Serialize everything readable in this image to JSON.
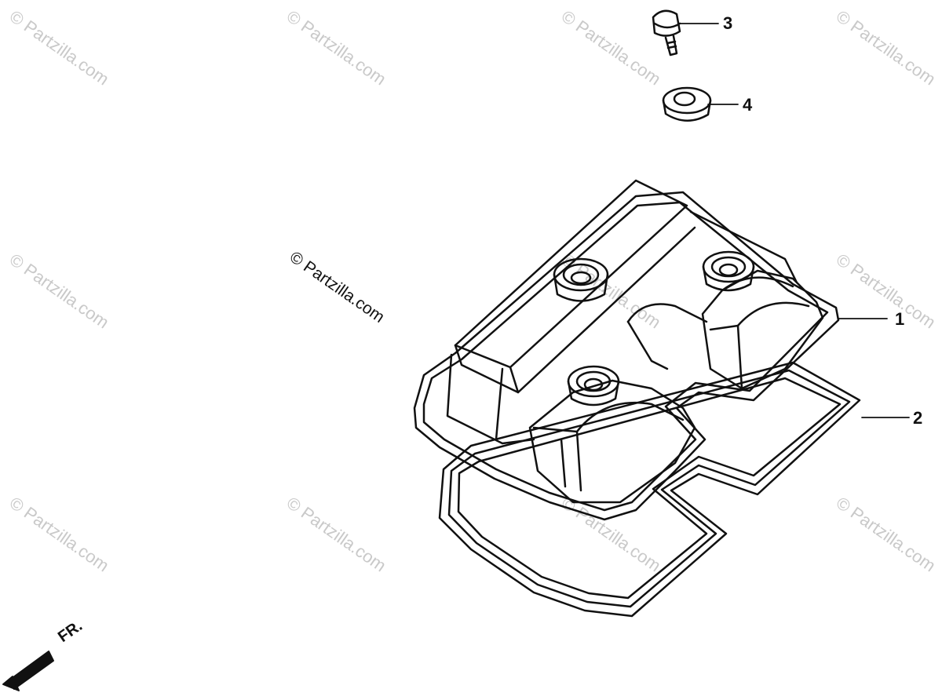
{
  "watermark": {
    "text": "© Partzilla.com"
  },
  "callouts": {
    "c1": "1",
    "c2": "2",
    "c3": "3",
    "c4": "4"
  },
  "direction_label": "FR."
}
